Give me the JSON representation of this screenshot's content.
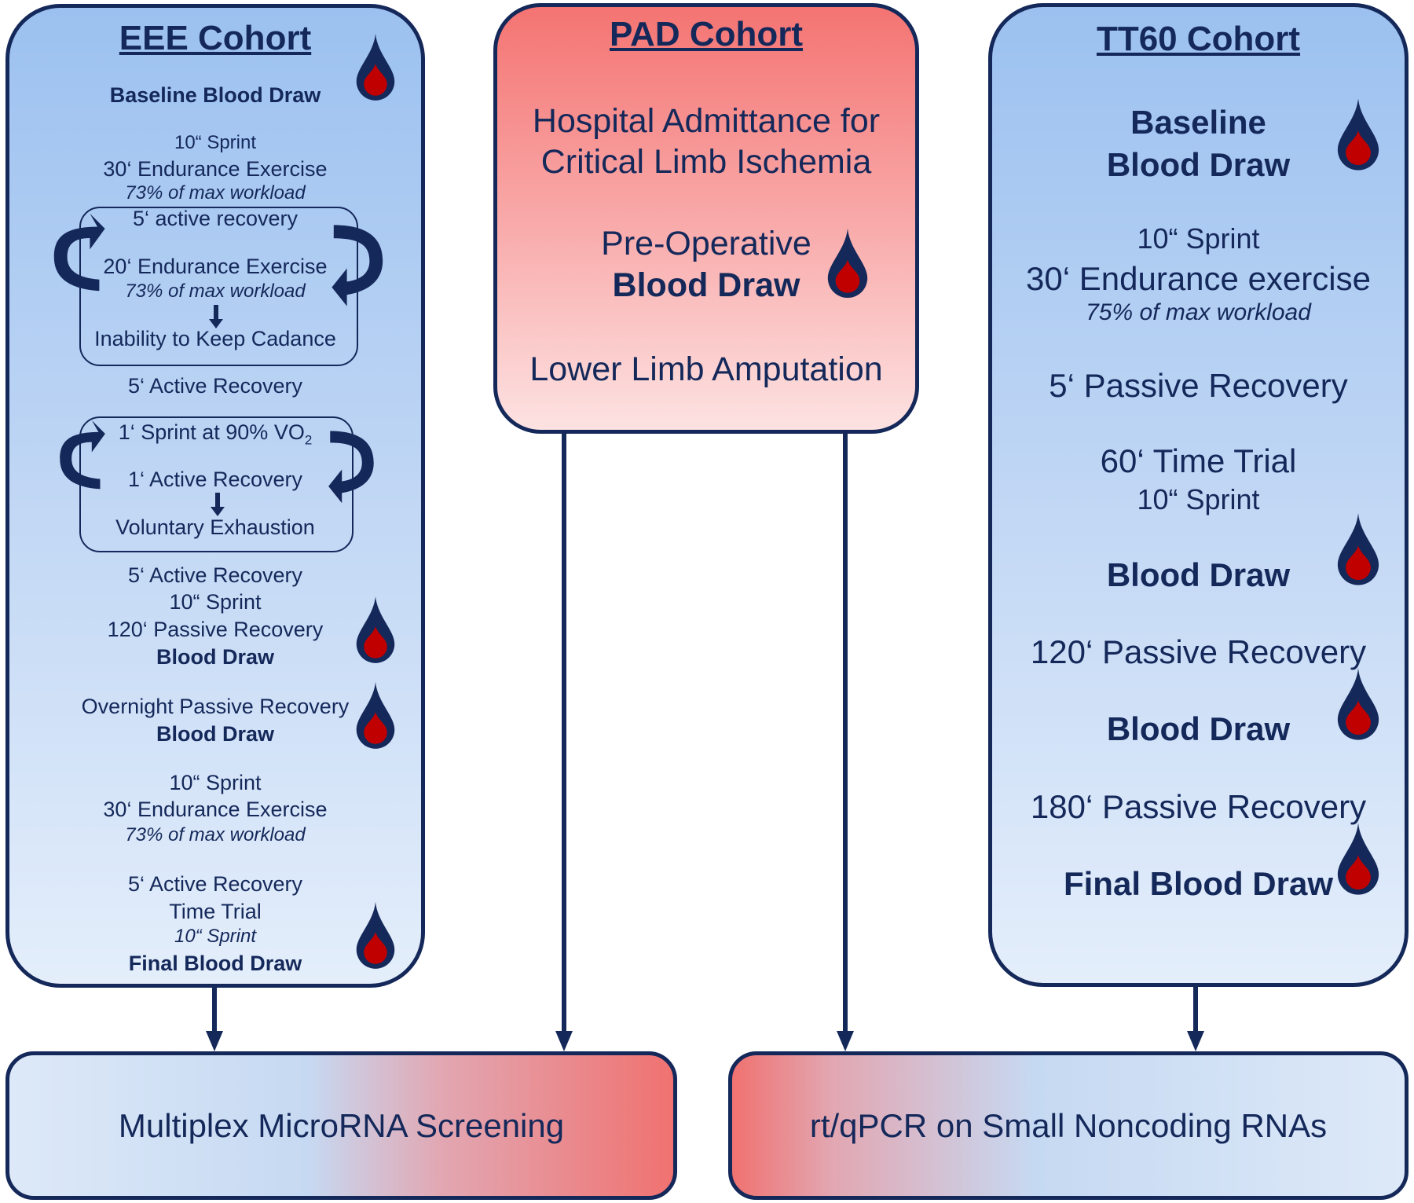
{
  "eee": {
    "title": "EEE Cohort",
    "baseline": "Baseline Blood Draw",
    "sprint1": "10“ Sprint",
    "endurance1": "30‘ Endurance Exercise",
    "workload1": "73% of max workload",
    "loop1": {
      "recovery": "5‘ active recovery",
      "endurance": "20‘ Endurance Exercise",
      "workload": "73% of max workload",
      "end": "Inability to Keep Cadance"
    },
    "active_recovery1": "5‘ Active Recovery",
    "loop2": {
      "sprint": "1‘ Sprint at 90% VO",
      "sprint_sub": "2",
      "recovery": "1‘ Active Recovery",
      "end": "Voluntary Exhaustion"
    },
    "active_recovery2": "5‘ Active Recovery",
    "sprint2": "10“ Sprint",
    "passive120": "120‘ Passive Recovery",
    "blood_draw1": "Blood Draw",
    "overnight": "Overnight Passive Recovery",
    "blood_draw2": "Blood Draw",
    "sprint3": "10“ Sprint",
    "endurance2": "30‘ Endurance Exercise",
    "workload2": "73% of max workload",
    "active_recovery3": "5‘ Active Recovery",
    "time_trial": "Time Trial",
    "sprint4": "10“ Sprint",
    "final": "Final Blood Draw"
  },
  "pad": {
    "title": "PAD Cohort",
    "admit1": "Hospital Admittance for",
    "admit2": "Critical Limb Ischemia",
    "preop": "Pre-Operative",
    "blood_draw": "Blood Draw",
    "amputation": "Lower Limb Amputation"
  },
  "tt60": {
    "title": "TT60 Cohort",
    "baseline1": "Baseline",
    "baseline2": "Blood Draw",
    "sprint1": "10“ Sprint",
    "endurance": "30‘ Endurance exercise",
    "workload": "75% of max workload",
    "passive5": "5‘ Passive Recovery",
    "time_trial": "60‘ Time Trial",
    "sprint2": "10“ Sprint",
    "blood_draw1": "Blood Draw",
    "passive120": "120‘ Passive Recovery",
    "blood_draw2": "Blood Draw",
    "passive180": "180‘ Passive Recovery",
    "final": "Final Blood Draw"
  },
  "outputs": {
    "multiplex": "Multiplex MicroRNA Screening",
    "qpcr": "rt/qPCR on Small Noncoding RNAs"
  },
  "colors": {
    "navy": "#14285a",
    "blood_red": "#c00000",
    "panel_blue": "#9cc1f0",
    "panel_red": "#f47472"
  },
  "icons": {
    "blood_drop": "blood-drop-icon",
    "loop_arrow": "circular-arrow-icon",
    "down_arrow": "down-arrow-icon"
  }
}
